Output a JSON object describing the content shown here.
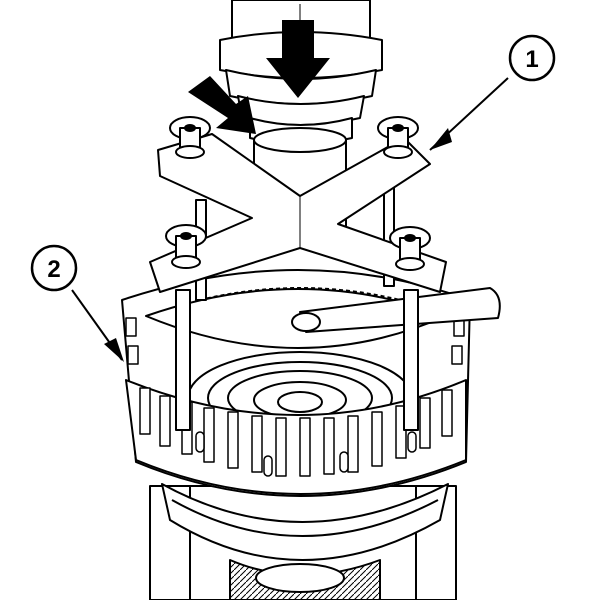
{
  "diagram": {
    "background_color": "#ffffff",
    "line_color": "#000000",
    "callouts": [
      {
        "id": "1",
        "label": "1"
      },
      {
        "id": "2",
        "label": "2"
      }
    ],
    "icons": [
      "press-down-arrow-icon",
      "press-side-arrow-icon"
    ]
  }
}
